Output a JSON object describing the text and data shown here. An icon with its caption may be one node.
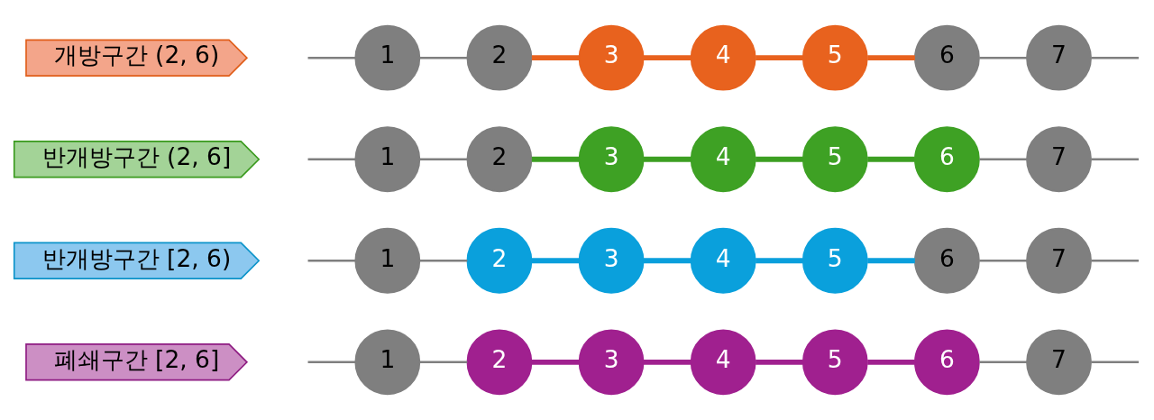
{
  "diagram": {
    "nodes": [
      {
        "text": [
          "폐쇄구간 [2, 6]"
        ]
      },
      {
        "text": [
          "1"
        ]
      },
      {
        "text": [
          "2"
        ]
      },
      {
        "text": [
          "3"
        ]
      },
      {
        "text": [
          "4"
        ]
      },
      {
        "text": [
          "5"
        ]
      },
      {
        "text": [
          "6"
        ]
      },
      {
        "text": [
          "7"
        ]
      },
      {
        "text": [
          "반개방구간 [2, 6)"
        ]
      },
      {
        "text": [
          "1"
        ]
      },
      {
        "text": [
          "2"
        ]
      },
      {
        "text": [
          "3"
        ]
      },
      {
        "text": [
          "4"
        ]
      },
      {
        "text": [
          "5"
        ]
      },
      {
        "text": [
          "6"
        ]
      },
      {
        "text": [
          "7"
        ]
      },
      {
        "text": [
          "반개방구간 (2, 6]"
        ]
      },
      {
        "text": [
          "1"
        ]
      },
      {
        "text": [
          "2"
        ]
      },
      {
        "text": [
          "3"
        ]
      },
      {
        "text": [
          "4"
        ]
      },
      {
        "text": [
          "5"
        ]
      },
      {
        "text": [
          "6"
        ]
      },
      {
        "text": [
          "7"
        ]
      },
      {
        "text": [
          "개방구간 (2, 6)"
        ]
      },
      {
        "text": [
          "1"
        ]
      },
      {
        "text": [
          "2"
        ]
      },
      {
        "text": [
          "3"
        ]
      },
      {
        "text": [
          "4"
        ]
      },
      {
        "text": [
          "5"
        ]
      },
      {
        "text": [
          "6"
        ]
      },
      {
        "text": [
          "7"
        ]
      }
    ],
    "edges": [
      {
        "from": null,
        "to": 1,
        "arrow": "none"
      },
      {
        "from": 1,
        "to": 2,
        "arrow": "none"
      },
      {
        "from": 2,
        "to": 3,
        "arrow": "none",
        "style": "thick",
        "color": "#a0208f"
      },
      {
        "from": 3,
        "to": 4,
        "arrow": "none",
        "style": "thick",
        "color": "#a0208f"
      },
      {
        "from": 4,
        "to": 5,
        "arrow": "none",
        "style": "thick",
        "color": "#a0208f"
      },
      {
        "from": 5,
        "to": 6,
        "arrow": "none",
        "style": "thick",
        "color": "#a0208f"
      },
      {
        "from": 6,
        "to": 7,
        "arrow": "none"
      },
      {
        "from": 7,
        "to": null,
        "arrow": "none"
      },
      {
        "from": null,
        "to": 9,
        "arrow": "none"
      },
      {
        "from": 9,
        "to": 10,
        "arrow": "none"
      },
      {
        "from": 10,
        "to": 11,
        "arrow": "none",
        "style": "thick",
        "color": "#0a9fdc"
      },
      {
        "from": 11,
        "to": 12,
        "arrow": "none",
        "style": "thick",
        "color": "#0a9fdc"
      },
      {
        "from": 12,
        "to": 13,
        "arrow": "none",
        "style": "thick",
        "color": "#0a9fdc"
      },
      {
        "from": 13,
        "to": 14,
        "arrow": "none",
        "style": "thick",
        "color": "#0a9fdc"
      },
      {
        "from": 14,
        "to": 15,
        "arrow": "none"
      },
      {
        "from": 15,
        "to": null,
        "arrow": "none"
      },
      {
        "from": null,
        "to": 17,
        "arrow": "none"
      },
      {
        "from": 17,
        "to": 18,
        "arrow": "none"
      },
      {
        "from": 18,
        "to": 19,
        "arrow": "none",
        "style": "thick",
        "color": "#3c9f22"
      },
      {
        "from": 19,
        "to": 20,
        "arrow": "none",
        "style": "thick",
        "color": "#3c9f22"
      },
      {
        "from": 20,
        "to": 21,
        "arrow": "none",
        "style": "thick",
        "color": "#3c9f22"
      },
      {
        "from": 21,
        "to": 22,
        "arrow": "none",
        "style": "thick",
        "color": "#3c9f22"
      },
      {
        "from": 22,
        "to": 23,
        "arrow": "none"
      },
      {
        "from": 23,
        "to": null,
        "arrow": "none"
      },
      {
        "from": null,
        "to": 25,
        "arrow": "none"
      },
      {
        "from": 25,
        "to": 26,
        "arrow": "none"
      },
      {
        "from": 26,
        "to": 27,
        "arrow": "none",
        "style": "thick",
        "color": "#e8621e"
      },
      {
        "from": 27,
        "to": 28,
        "arrow": "none",
        "style": "thick",
        "color": "#e8621e"
      },
      {
        "from": 28,
        "to": 29,
        "arrow": "none",
        "style": "thick",
        "color": "#e8621e"
      },
      {
        "from": 29,
        "to": 30,
        "arrow": "none",
        "style": "thick",
        "color": "#e8621e"
      },
      {
        "from": 30,
        "to": 31,
        "arrow": "none"
      },
      {
        "from": 31,
        "to": null,
        "arrow": "none"
      }
    ]
  }
}
